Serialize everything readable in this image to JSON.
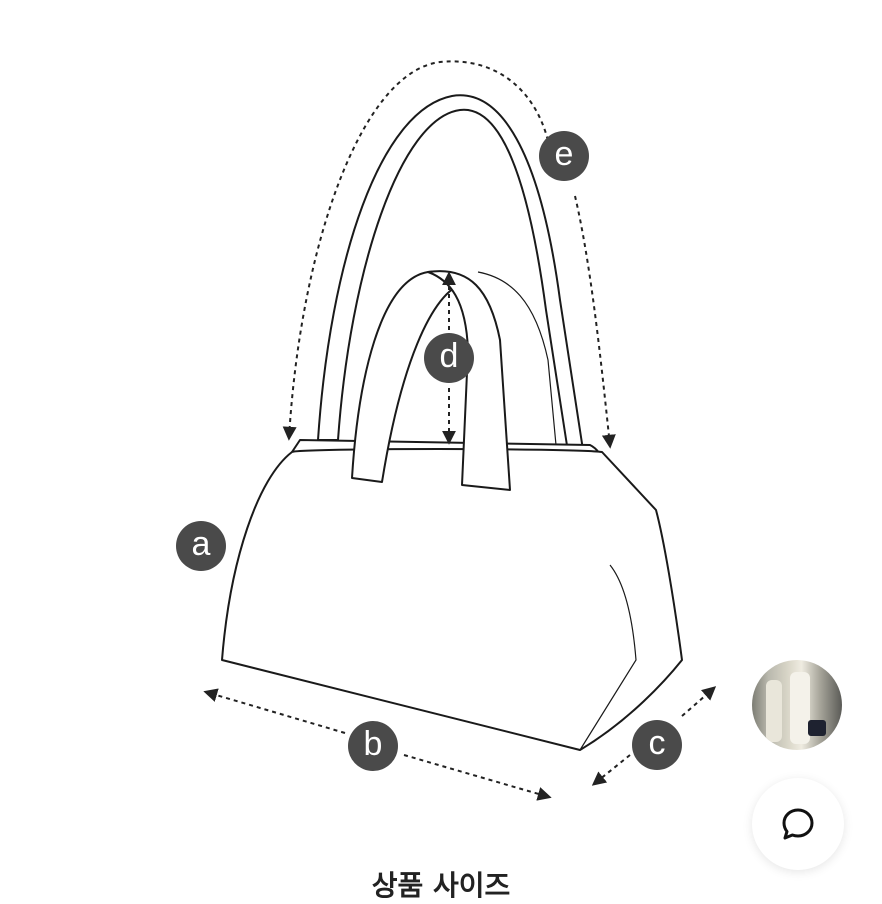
{
  "diagram": {
    "labels": {
      "a": "a",
      "b": "b",
      "c": "c",
      "d": "d",
      "e": "e"
    }
  },
  "thumbnail": {
    "icon": "photo-thumbnail"
  },
  "chat": {
    "icon": "chat-bubble-icon"
  },
  "section": {
    "title": "상품 사이즈"
  }
}
